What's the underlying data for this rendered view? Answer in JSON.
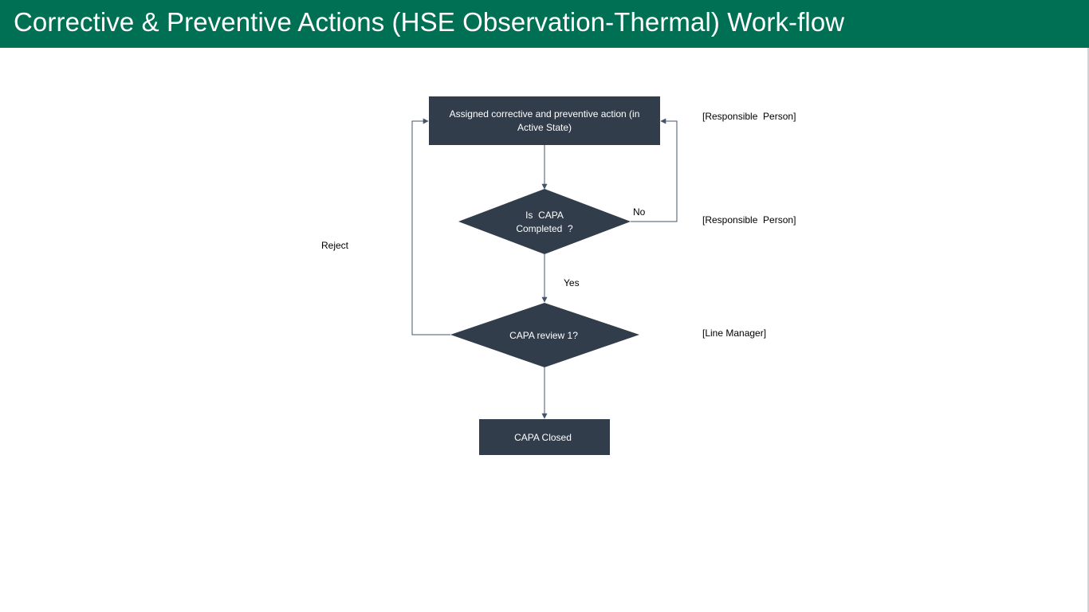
{
  "header": {
    "title": "Corrective & Preventive Actions (HSE Observation-Thermal) Work-flow"
  },
  "colors": {
    "header_bg": "#007054",
    "node_fill": "#323D4B",
    "connector": "#44546A"
  },
  "nodes": {
    "assigned": {
      "line1": "Assigned corrective and preventive action (in",
      "line2": "Active State)"
    },
    "is_capa_completed": {
      "line1": "Is  CAPA",
      "line2": "Completed  ?"
    },
    "capa_review": {
      "text": "CAPA review 1?"
    },
    "capa_closed": {
      "text": "CAPA Closed"
    }
  },
  "edges": {
    "no": "No",
    "yes": "Yes",
    "reject": "Reject"
  },
  "roles": {
    "assigned": "[Responsible  Person]",
    "completed": "[Responsible  Person]",
    "review": "[Line Manager]"
  }
}
